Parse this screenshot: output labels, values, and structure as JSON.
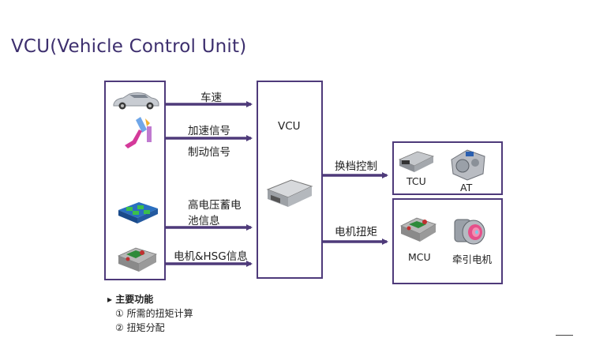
{
  "title": "VCU(Vehicle Control Unit)",
  "inputs": {
    "speed": "车速",
    "accel": "加速信号",
    "brake": "制动信号",
    "battery_line1": "高电压蓄电",
    "battery_line2": "池信息",
    "motor": "电机&HSG信息"
  },
  "center": {
    "label": "VCU"
  },
  "outputs": {
    "shift": "换档控制",
    "torque": "电机扭矩"
  },
  "right_top": {
    "tcu": "TCU",
    "at": "AT"
  },
  "right_bottom": {
    "mcu": "MCU",
    "traction_motor": "牵引电机"
  },
  "notes": {
    "heading": "主要功能",
    "items": [
      "① 所需的扭矩计算",
      "② 扭矩分配"
    ]
  },
  "colors": {
    "frame": "#4e3a7a",
    "arrow": "#4e3a7a",
    "title": "#3d2f6e"
  }
}
